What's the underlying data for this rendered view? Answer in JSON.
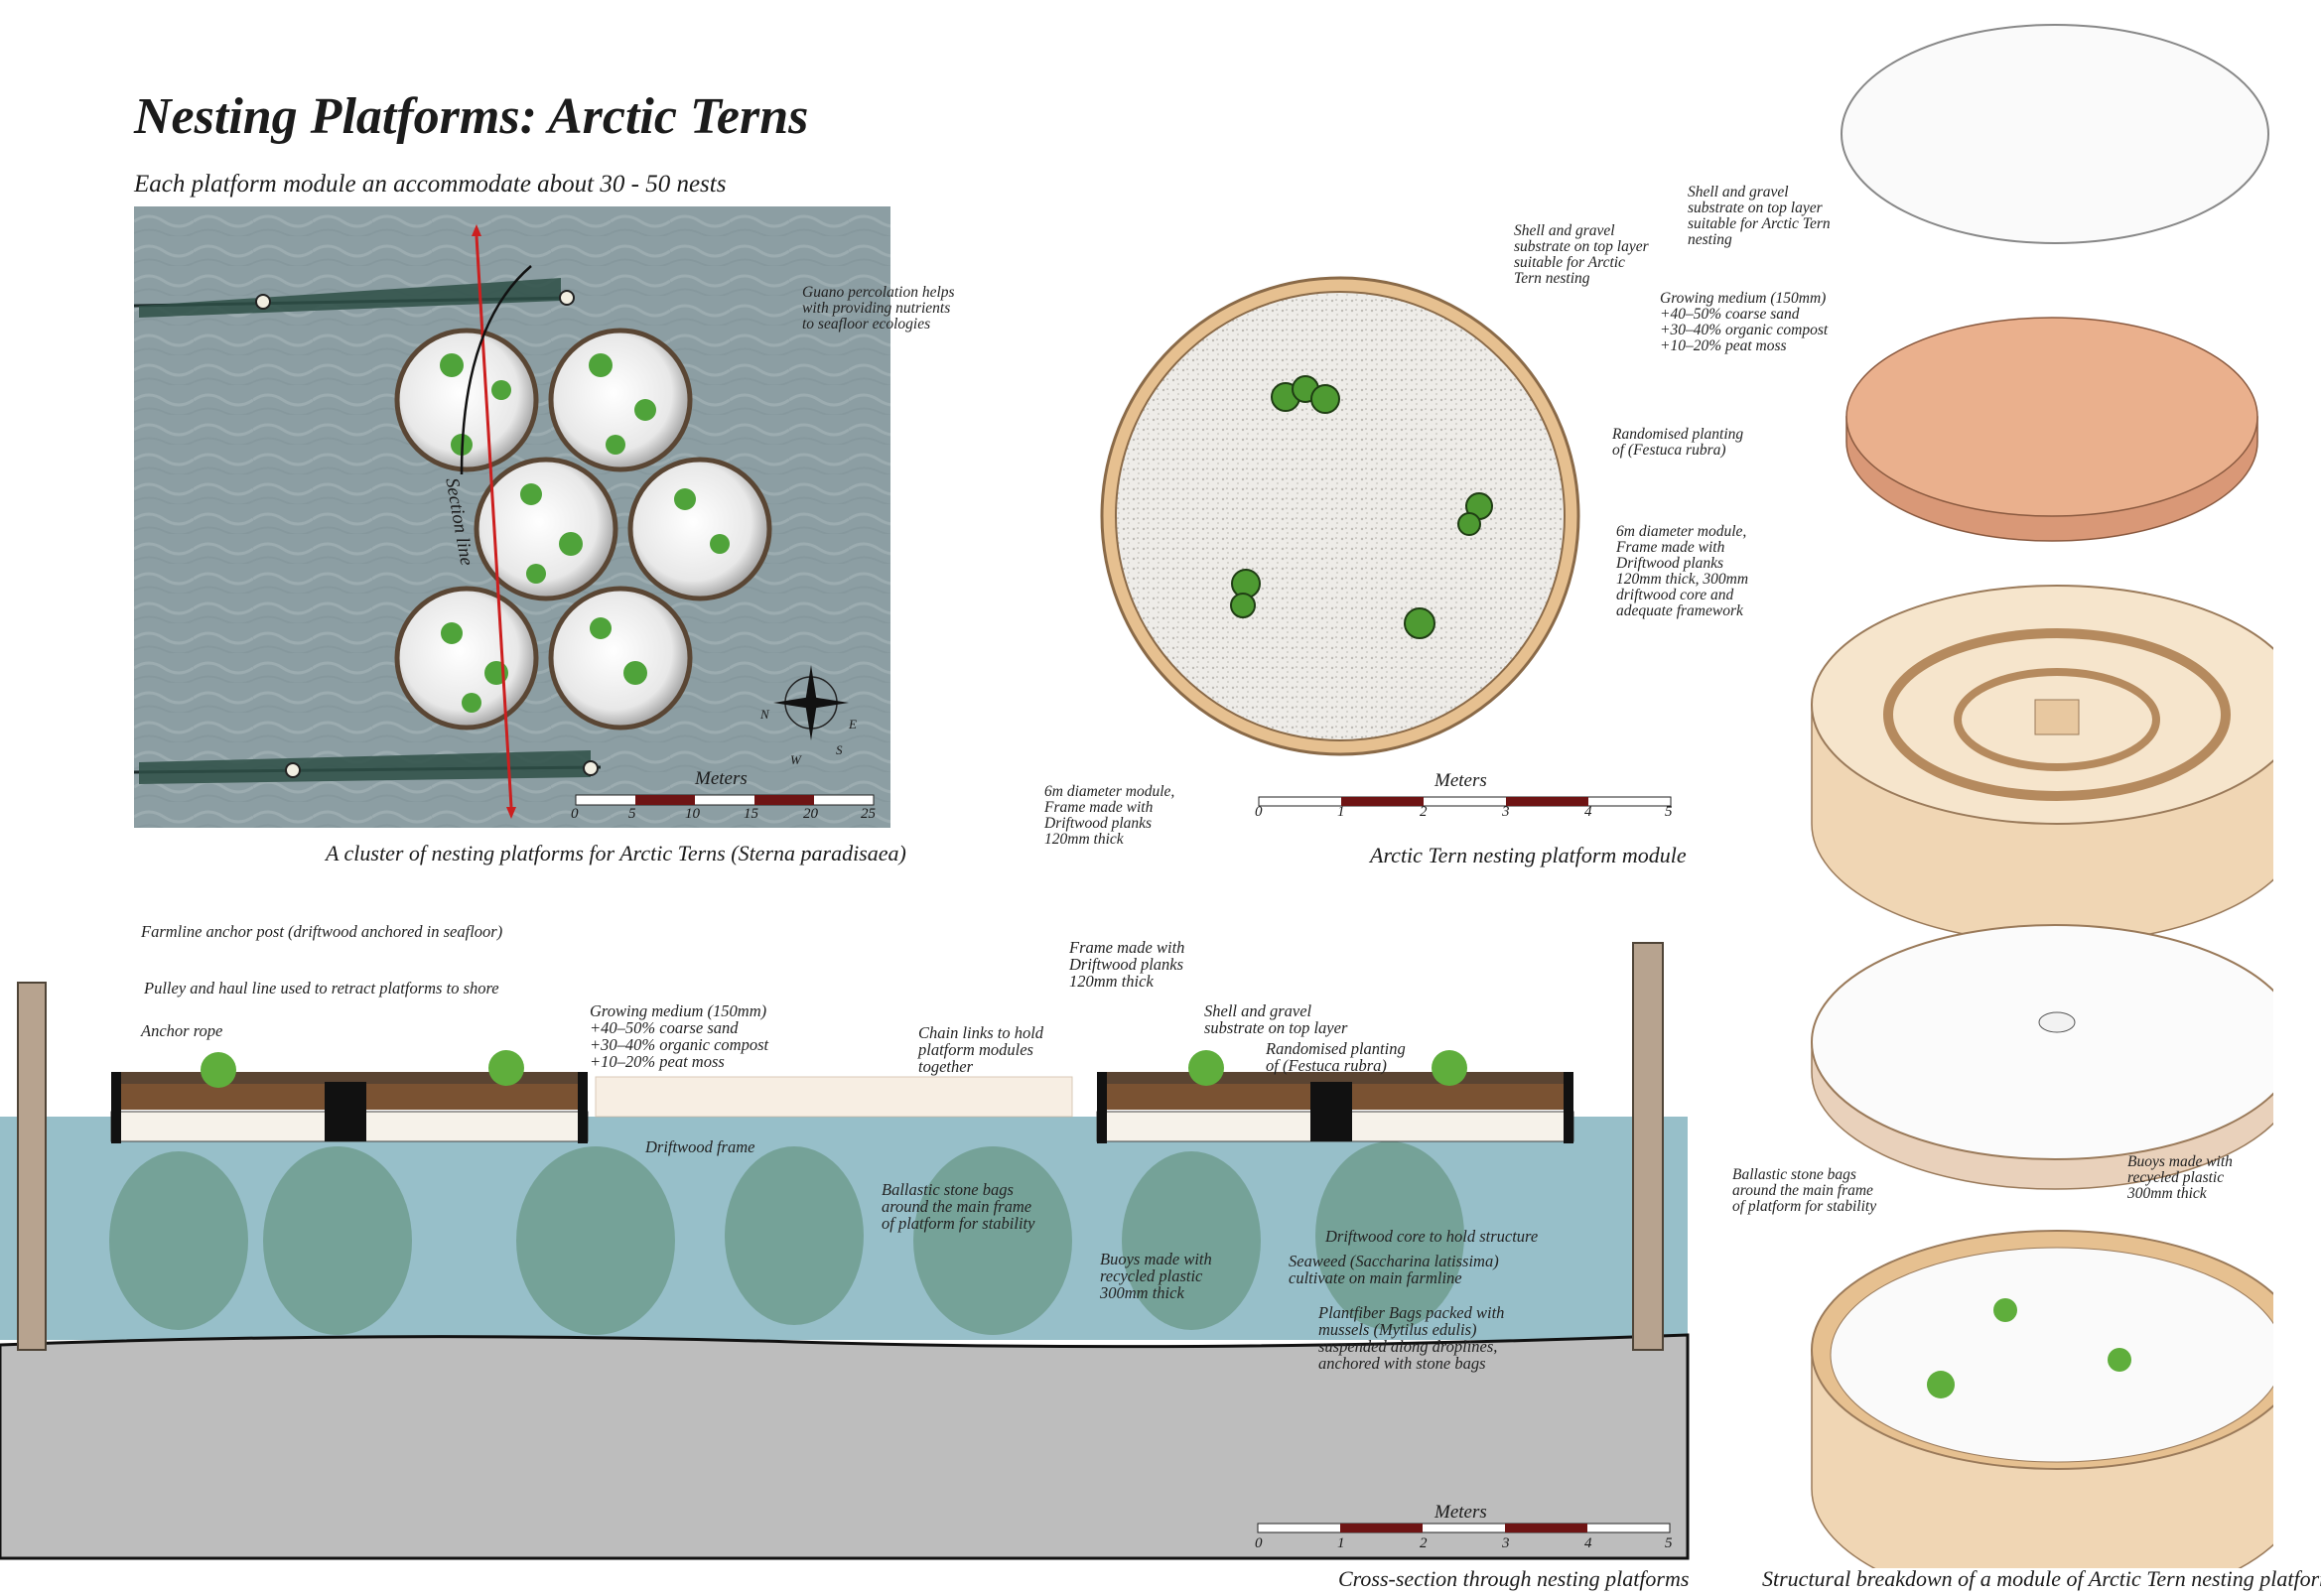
{
  "title": "Nesting Platforms: Arctic Terns",
  "subtitle": "Each platform module an accommodate about 30 - 50 nests",
  "captions": {
    "cluster": "A cluster of nesting platforms for Arctic Terns (Sterna paradisaea)",
    "module": "Arctic Tern nesting platform module",
    "section": "Cross-section through nesting platforms",
    "breakdown": "Structural breakdown of a module of Arctic Tern nesting platform"
  },
  "cluster_view": {
    "guano_note": "Guano percolation helps\nwith providing nutrients\nto seafloor ecologies",
    "section_line": "Section line",
    "compass_letters": [
      "N",
      "E",
      "S",
      "W"
    ],
    "scale": {
      "title": "Meters",
      "ticks": [
        "0",
        "5",
        "10",
        "15",
        "20",
        "25"
      ]
    }
  },
  "module_plan": {
    "notes": {
      "substrate": "Shell and gravel\nsubstrate on top layer\nsuitable for Arctic\nTern nesting",
      "planting": "Randomised planting\nof (Festuca rubra)",
      "frame": "6m diameter module,\nFrame made with\nDriftwood planks\n120mm thick"
    },
    "scale": {
      "title": "Meters",
      "ticks": [
        "0",
        "1",
        "2",
        "3",
        "4",
        "5"
      ]
    }
  },
  "exploded_view": {
    "notes": {
      "top_layer": "Shell and gravel\nsubstrate on top layer\nsuitable for Arctic Tern\nnesting",
      "growing_medium": "Growing medium (150mm)\n+40–50% coarse sand\n+30–40% organic compost\n+10–20% peat moss",
      "frame": "6m diameter module,\nFrame made with\nDriftwood planks\n120mm thick,  300mm\ndriftwood core and\nadequate framework",
      "ballast": "Ballastic stone bags\naround the main frame\nof platform for stability",
      "buoys": "Buoys made with\nrecycled plastic\n300mm thick"
    }
  },
  "cross_section": {
    "notes": {
      "anchor_post": "Farmline anchor post (driftwood anchored in seafloor)",
      "pulley": "Pulley and haul line used to retract platforms to shore",
      "anchor_rope": "Anchor rope",
      "growing_medium": "Growing medium (150mm)\n+40–50% coarse sand\n+30–40% organic compost\n+10–20% peat moss",
      "chain_links": "Chain links to hold\nplatform modules\ntogether",
      "frame": "Frame made with\nDriftwood planks\n120mm thick",
      "substrate": "Shell and gravel\nsubstrate on top layer",
      "planting": "Randomised planting\nof (Festuca rubra)",
      "driftwood_frame": "Driftwood frame",
      "ballast": "Ballastic stone bags\naround the main frame\nof platform for stability",
      "buoys": "Buoys made with\nrecycled plastic\n300mm thick",
      "core": "Driftwood core to hold structure",
      "seaweed": "Seaweed (Saccharina latissima)\ncultivate on main farmline",
      "plantfiber": "Plantfiber Bags packed with\nmussels (Mytilus edulis)\nsuspended along droplines,\nanchored with stone bags"
    },
    "scale": {
      "title": "Meters",
      "ticks": [
        "0",
        "1",
        "2",
        "3",
        "4",
        "5"
      ]
    }
  },
  "colors": {
    "water_aerial": "#8c9ea3",
    "water_section": "#97bfc9",
    "seafloor": "#bdbdbd",
    "driftwood": "#e8c8a0",
    "growing_medium": "#e6a07e",
    "gravel": "#e4e2de",
    "plant": "#5fae3c",
    "scale_red": "#6e1414",
    "section_line": "#cc1f1f"
  }
}
